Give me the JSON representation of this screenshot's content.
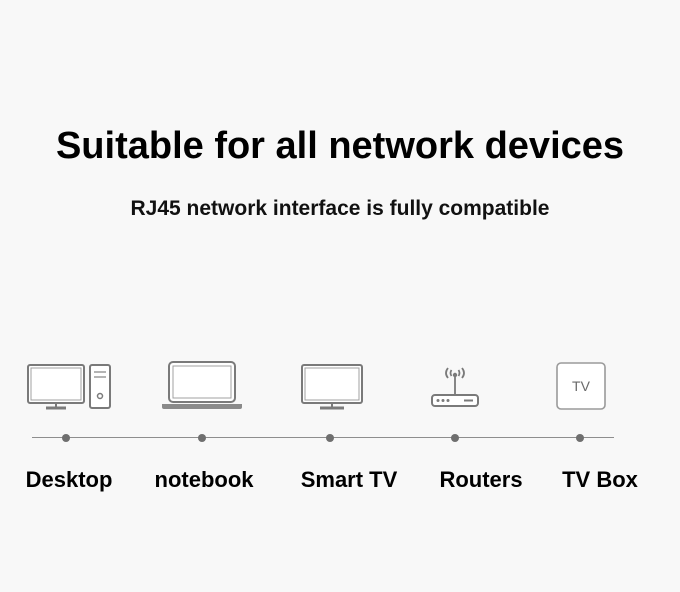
{
  "heading": {
    "title": "Suitable for all network devices",
    "subtitle": "RJ45 network interface is fully compatible"
  },
  "devices": [
    {
      "label": "Desktop",
      "icon": "desktop-computer-icon"
    },
    {
      "label": "notebook",
      "icon": "laptop-icon"
    },
    {
      "label": "Smart TV",
      "icon": "smart-tv-icon"
    },
    {
      "label": "Routers",
      "icon": "router-icon"
    },
    {
      "label": "TV Box",
      "icon": "tv-box-icon",
      "icon_text": "TV"
    }
  ],
  "colors": {
    "background": "#f8f8f8",
    "icon_stroke": "#7a7a7a",
    "timeline": "#8e8e8e",
    "text": "#000000"
  }
}
